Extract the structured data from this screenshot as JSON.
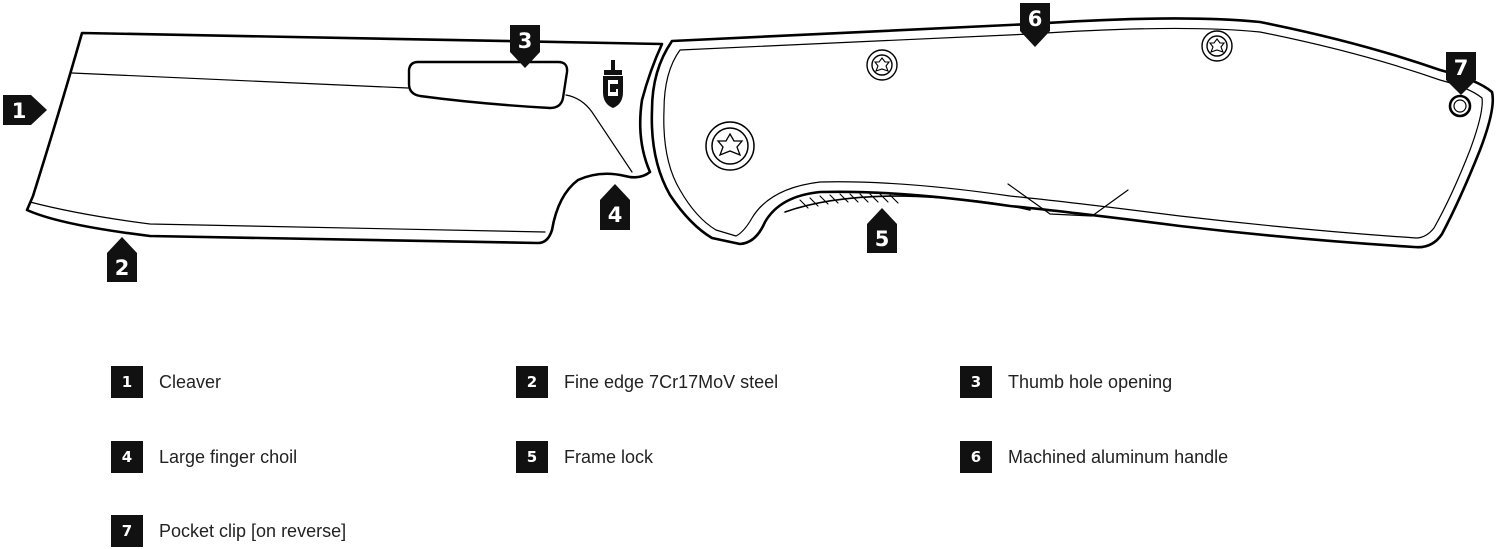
{
  "callouts": [
    {
      "num": "1",
      "label": "Cleaver"
    },
    {
      "num": "2",
      "label": "Fine edge 7Cr17MoV steel"
    },
    {
      "num": "3",
      "label": "Thumb hole opening"
    },
    {
      "num": "4",
      "label": "Large finger choil"
    },
    {
      "num": "5",
      "label": "Frame lock"
    },
    {
      "num": "6",
      "label": "Machined aluminum handle"
    },
    {
      "num": "7",
      "label": "Pocket clip [on reverse]"
    }
  ],
  "colors": {
    "marker": "#111111",
    "outline": "#000000",
    "text": "#222222"
  },
  "icons": {
    "logo": "gerber-logo-icon",
    "screw": "torx-screw-icon"
  }
}
